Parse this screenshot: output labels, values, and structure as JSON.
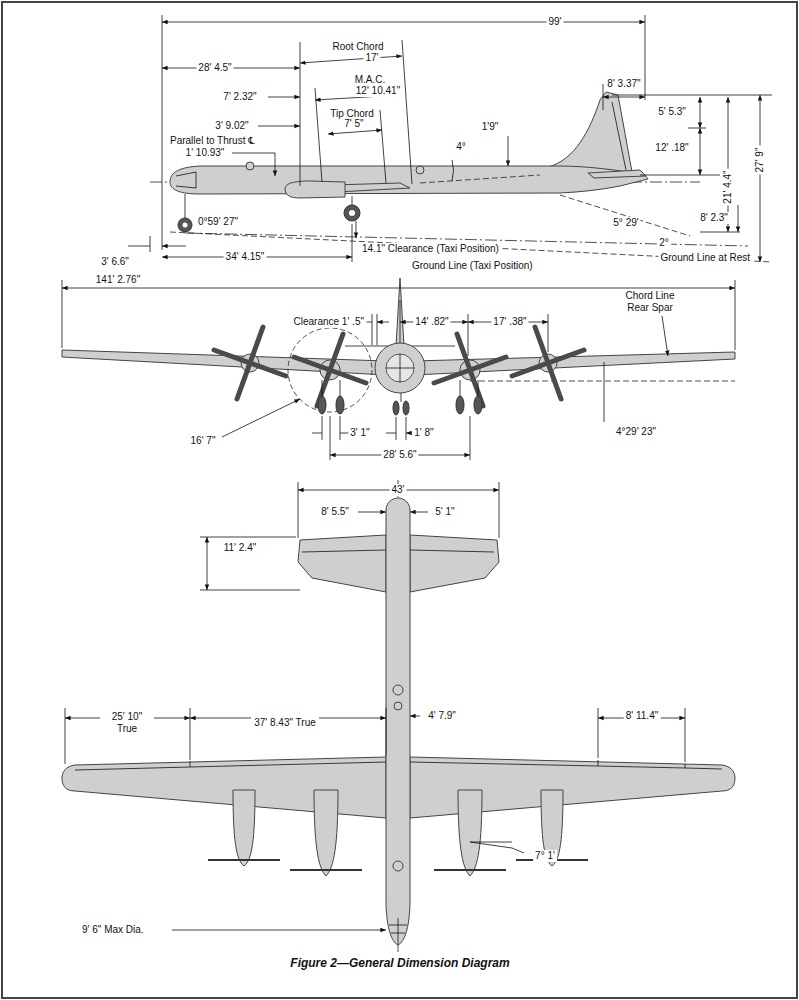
{
  "diagram": {
    "caption": "Figure 2—General Dimension Diagram",
    "labels": [
      "99'",
      "28' 4.5\"",
      "Root Chord",
      "17'",
      "8' 3.37\"",
      "7' 2.32\"",
      "M.A.C.",
      "12' 10.41\"",
      "3' 9.02\"",
      "1'9\"",
      "Parallel to Thrust ℄",
      "Tip Chord",
      "7' 5\"",
      "1' 10.93\"",
      "4°",
      "5' 5.3\"",
      "12' .18\"",
      "21' 4.4\"",
      "27' 9\"",
      "0°59' 27\"",
      "5° 29'",
      "8' 2.3\"",
      "14.1\" Clearance (Taxi Position)",
      "3' 6.6\"",
      "34' 4.15\"",
      "Ground Line (Taxi Position)",
      "2°",
      "Ground Line at Rest",
      "141' 2.76\"",
      "Chord Line Rear Spar",
      "Clearance 1' .5\"",
      "14' .82\"",
      "17' .38\"",
      "16' 7\"",
      "3' 1\"",
      "1' 8\"",
      "4°29' 23\"",
      "28' 5.6\"",
      "43'",
      "8' 5.5\"",
      "5' 1\"",
      "11' 2.4\"",
      "25' 10\" True",
      "37' 8.43\" True",
      "4' 7.9\"",
      "8' 11.4\"",
      "9' 6\" Max Dia.",
      "7° 1'"
    ]
  }
}
